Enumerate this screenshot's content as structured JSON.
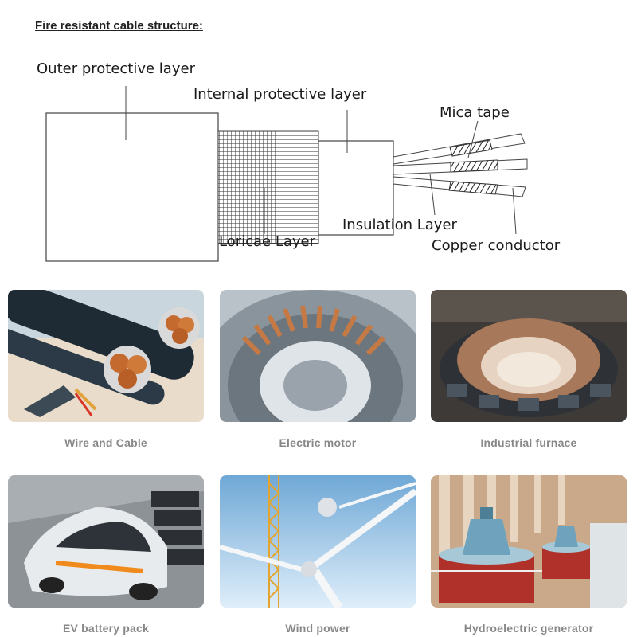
{
  "heading": "Fire resistant cable structure:",
  "diagram": {
    "labels": {
      "outer": "Outer protective layer",
      "internal": "Internal protective layer",
      "mica": "Mica tape",
      "loricae": "Loricae Layer",
      "insulation": "Insulation Layer",
      "copper": "Copper conductor"
    }
  },
  "applications": [
    {
      "caption": "Wire and Cable",
      "icon": "cable-photo"
    },
    {
      "caption": "Electric motor",
      "icon": "motor-photo"
    },
    {
      "caption": "Industrial furnace",
      "icon": "furnace-photo"
    },
    {
      "caption": "EV battery pack",
      "icon": "ev-photo"
    },
    {
      "caption": "Wind power",
      "icon": "wind-turbine-photo"
    },
    {
      "caption": "Hydroelectric generator",
      "icon": "hydro-generator-photo"
    }
  ]
}
